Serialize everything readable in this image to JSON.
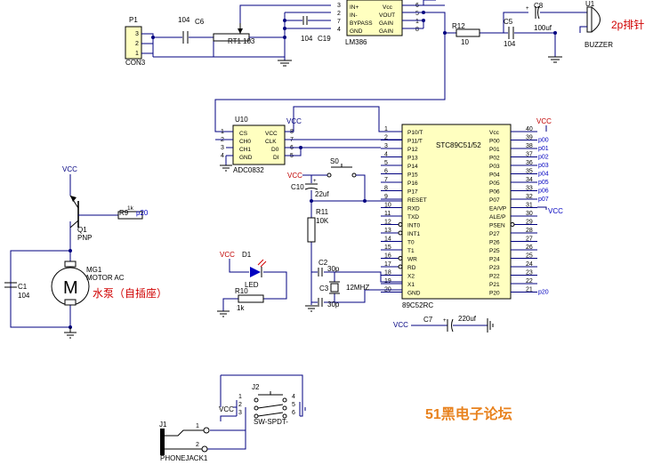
{
  "colors": {
    "wire": "#000080",
    "chip_fill": "#ffffc0",
    "vcc_red": "#c00000",
    "blue_net": "#0000c0",
    "annot_red": "#d00000",
    "forum_orange": "#e8821e"
  },
  "lm386": {
    "pins_left": [
      "3",
      "2",
      "7",
      "4"
    ],
    "pins_right": [
      "6",
      "5",
      "1",
      "8"
    ],
    "labels_left": [
      "IN+",
      "IN-",
      "BYPASS",
      "GND"
    ],
    "labels_right": [
      "Vcc",
      "VOUT",
      "GAIN",
      "GAIN"
    ],
    "name": "LM386"
  },
  "adc": {
    "ref": "U10",
    "pins_left": [
      "1",
      "2",
      "3",
      "4"
    ],
    "labels_left": [
      "CS",
      "CH0",
      "CH1",
      "GND"
    ],
    "pins_right": [
      "8",
      "7",
      "6",
      "5"
    ],
    "labels_right": [
      "VCC",
      "CLK",
      "D0",
      "DI"
    ],
    "name": "ADC0832"
  },
  "mcu": {
    "title": "STC89C51/52",
    "name": "89C52RC",
    "pins_left": [
      "1",
      "2",
      "3",
      "4",
      "5",
      "6",
      "7",
      "8",
      "9",
      "10",
      "11",
      "12",
      "13",
      "14",
      "15",
      "16",
      "17",
      "18",
      "19",
      "20"
    ],
    "labels_left": [
      "P10/T",
      "P11/T",
      "P12",
      "P13",
      "P14",
      "P15",
      "P16",
      "P17",
      "RESET",
      "RXD",
      "TXD",
      "INT0",
      "INT1",
      "T0",
      "T1",
      "WR",
      "RD",
      "X2",
      "X1",
      "GND"
    ],
    "pins_right": [
      "40",
      "39",
      "38",
      "37",
      "36",
      "35",
      "34",
      "33",
      "32",
      "31",
      "30",
      "29",
      "28",
      "27",
      "26",
      "25",
      "24",
      "23",
      "22",
      "21"
    ],
    "labels_right": [
      "Vcc",
      "P00",
      "P01",
      "P02",
      "P03",
      "P04",
      "P05",
      "P06",
      "P07",
      "EA/VP",
      "ALE/P",
      "PSEN",
      "P27",
      "P26",
      "P25",
      "P24",
      "P23",
      "P22",
      "P21",
      "P20"
    ],
    "nets_right": [
      "",
      "p00",
      "p01",
      "p02",
      "p03",
      "p04",
      "p05",
      "p06",
      "p07",
      "",
      "",
      "",
      "",
      "",
      "",
      "",
      "",
      "",
      "",
      "p20"
    ]
  },
  "labels": {
    "p1": "P1",
    "con3": "CON3",
    "con_pins": [
      "3",
      "2",
      "1"
    ],
    "c6_val": "104",
    "c6": "C6",
    "rt1": "RT1",
    "rt1_val": "103",
    "c19_val": "104",
    "c19": "C19",
    "r12": "R12",
    "r12_val": "10",
    "c5": "C5",
    "c5_val": "104",
    "c8": "C8",
    "c8_val": "100uf",
    "u1": "U1",
    "buzzer": "BUZZER",
    "pin_header": "2p排针",
    "vcc": "VCC",
    "q1": "Q1",
    "pnp": "PNP",
    "r9": "R9",
    "r9_val": "1k",
    "n20": "p20",
    "mg1": "MG1",
    "motor": "MOTOR AC",
    "c1": "C1",
    "c1_val": "104",
    "pump": "水泵（自插座）",
    "s0": "S0",
    "c10": "C10",
    "c10_val": "22uf",
    "r11": "R11",
    "r11_val": "10K",
    "d1": "D1",
    "led": "LED",
    "r10": "R10",
    "r10_val": "1k",
    "c2": "C2",
    "c2_val": "30p",
    "c3": "C3",
    "c3_val": "30p",
    "xtal": "12MHZ",
    "c7": "C7",
    "c7_val": "220uf",
    "j2": "J2",
    "sw": "SW-SPDT-",
    "j1": "J1",
    "phonejack": "PHONEJACK1",
    "sw_pins": [
      "1",
      "2",
      "3",
      "4",
      "5",
      "6"
    ],
    "j1_pins": [
      "1",
      "2"
    ],
    "forum": "51黑电子论坛"
  }
}
